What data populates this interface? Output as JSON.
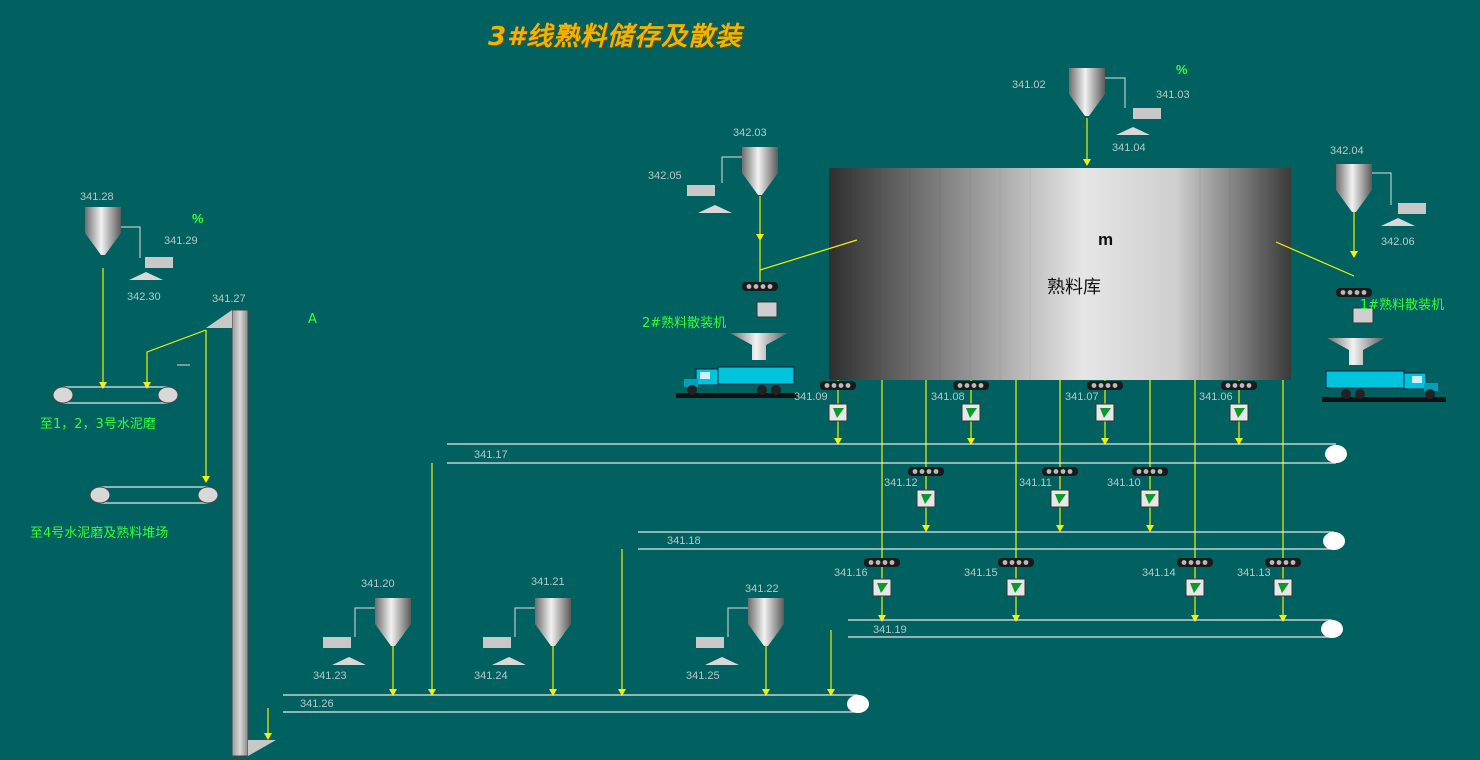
{
  "title": "3#线熟料储存及散装",
  "silo": {
    "unit": "m",
    "name": "熟料库"
  },
  "percent_top": "%",
  "percent_left": "%",
  "marker_a": "A",
  "tags": {
    "t34102": "341.02",
    "t34103": "341.03",
    "t34104": "341.04",
    "t34203": "342.03",
    "t34205": "342.05",
    "t34204": "342.04",
    "t34206": "342.06",
    "t34128": "341.28",
    "t34129": "341.29",
    "t34230": "342.30",
    "t34127": "341.27",
    "t34109": "341.09",
    "t34108": "341.08",
    "t34107": "341.07",
    "t34106": "341.06",
    "t34112": "341.12",
    "t34111": "341.11",
    "t34110": "341.10",
    "t34116": "341.16",
    "t34115": "341.15",
    "t34114": "341.14",
    "t34113": "341.13",
    "t34117": "341.17",
    "t34118": "341.18",
    "t34119": "341.19",
    "t34126": "341.26",
    "t34120": "341.20",
    "t34121": "341.21",
    "t34122": "341.22",
    "t34123": "341.23",
    "t34124": "341.24",
    "t34125": "341.25"
  },
  "labels": {
    "loader2": "2#熟料散装机",
    "loader1": "1#熟料散装机",
    "to_mills": "至1，2，3号水泥磨",
    "to_mill4": "至4号水泥磨及熟料堆场"
  }
}
